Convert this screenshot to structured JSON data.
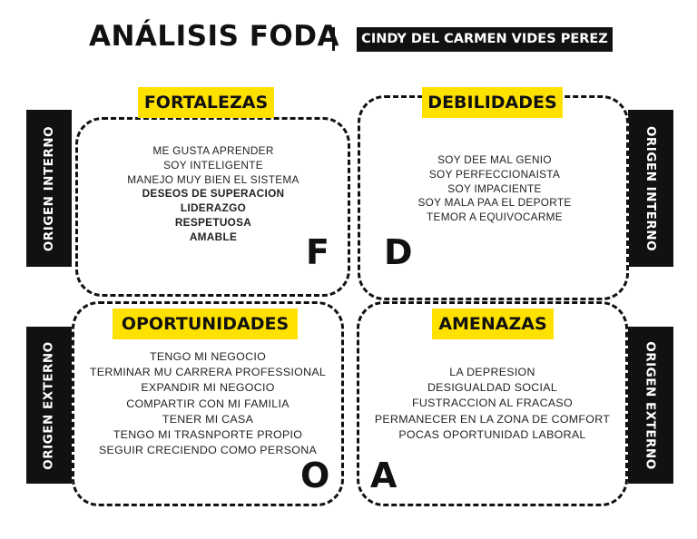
{
  "header": {
    "title": "ANÁLISIS FODA",
    "author": "CINDY DEL CARMEN VIDES PEREZ"
  },
  "sides": {
    "internal": "ORIGEN INTERNO",
    "external": "ORIGEN EXTERNO"
  },
  "fortalezas": {
    "label": "FORTALEZAS",
    "letter": "F",
    "items": [
      {
        "text": "ME GUSTA APRENDER",
        "bold": false
      },
      {
        "text": "SOY INTELIGENTE",
        "bold": false
      },
      {
        "text": "MANEJO MUY BIEN EL SISTEMA",
        "bold": false
      },
      {
        "text": "DESEOS DE SUPERACION",
        "bold": true
      },
      {
        "text": "LIDERAZGO",
        "bold": true
      },
      {
        "text": "RESPETUOSA",
        "bold": true
      },
      {
        "text": "AMABLE",
        "bold": true
      }
    ]
  },
  "debilidades": {
    "label": "DEBILIDADES",
    "letter": "D",
    "items": [
      {
        "text": "SOY DEE MAL GENIO",
        "bold": false
      },
      {
        "text": "SOY PERFECCIONAISTA",
        "bold": false
      },
      {
        "text": "SOY IMPACIENTE",
        "bold": false
      },
      {
        "text": "SOY MALA PAA EL DEPORTE",
        "bold": false
      },
      {
        "text": "TEMOR A EQUIVOCARME",
        "bold": false
      }
    ]
  },
  "oportunidades": {
    "label": "OPORTUNIDADES",
    "letter": "O",
    "items": [
      {
        "text": "TENGO MI NEGOCIO",
        "bold": false
      },
      {
        "text": "TERMINAR MU CARRERA PROFESSIONAL",
        "bold": false
      },
      {
        "text": "EXPANDIR MI NEGOCIO",
        "bold": false
      },
      {
        "text": "COMPARTIR CON MI FAMILIA",
        "bold": false
      },
      {
        "text": "TENER MI CASA",
        "bold": false
      },
      {
        "text": "TENGO MI TRASNPORTE PROPIO",
        "bold": false
      },
      {
        "text": "SEGUIR CRECIENDO COMO PERSONA",
        "bold": false
      }
    ]
  },
  "amenazas": {
    "label": "AMENAZAS",
    "letter": "A",
    "items": [
      {
        "text": "LA DEPRESION",
        "bold": false
      },
      {
        "text": "DESIGUALDAD SOCIAL",
        "bold": false
      },
      {
        "text": "FUSTRACCION AL FRACASO",
        "bold": false
      },
      {
        "text": "PERMANECER EN LA ZONA DE COMFORT",
        "bold": false
      },
      {
        "text": "POCAS OPORTUNIDAD LABORAL",
        "bold": false
      }
    ]
  },
  "colors": {
    "accent": "#ffe100",
    "dark": "#111111",
    "background": "#ffffff"
  }
}
